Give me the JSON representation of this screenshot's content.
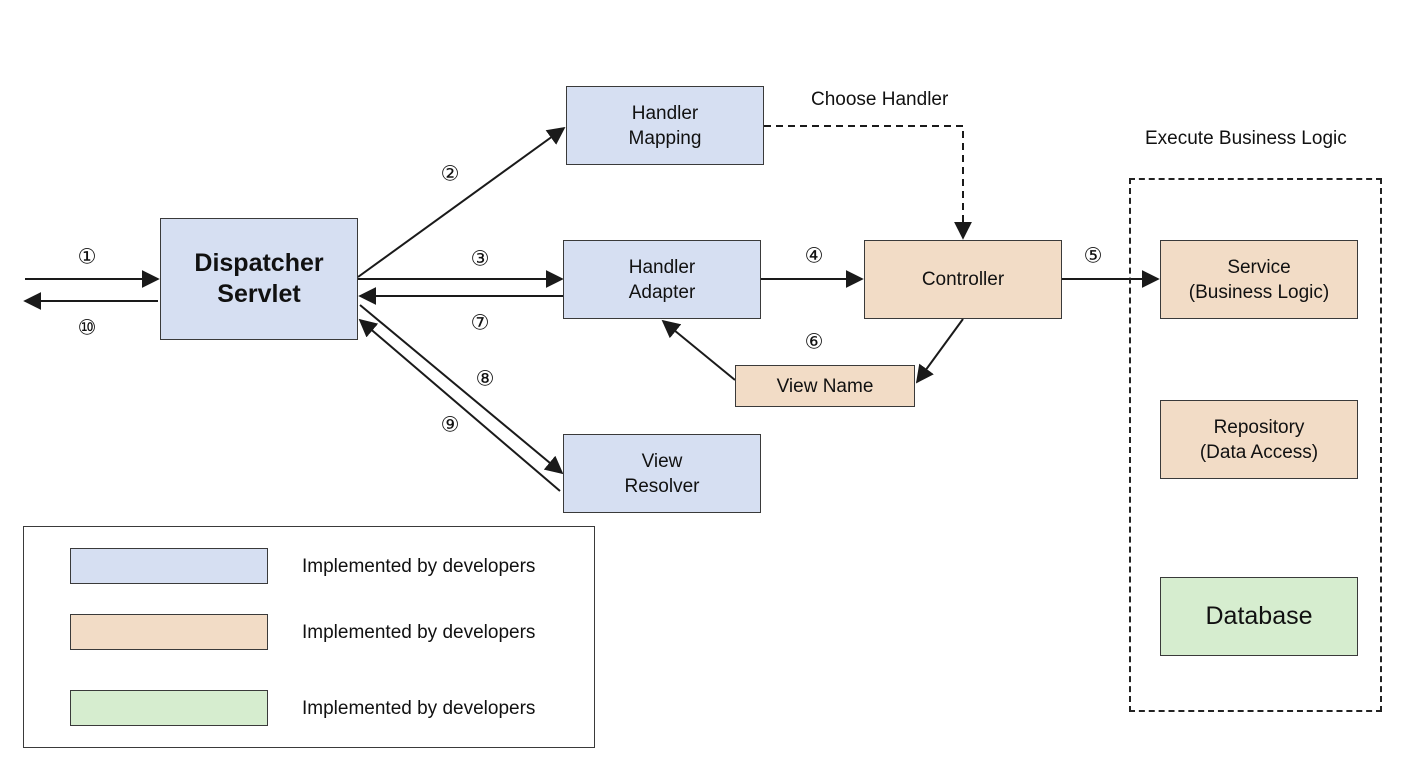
{
  "nodes": {
    "dispatcher": "Dispatcher\nServlet",
    "handler_mapping": "Handler\nMapping",
    "handler_adapter": "Handler\nAdapter",
    "view_resolver": "View\nResolver",
    "controller": "Controller",
    "view_name": "View Name",
    "service": "Service\n(Business Logic)",
    "repository": "Repository\n(Data Access)",
    "database": "Database"
  },
  "labels": {
    "choose_handler": "Choose Handler",
    "execute_business_logic": "Execute Business Logic"
  },
  "steps": [
    "①",
    "②",
    "③",
    "④",
    "⑤",
    "⑥",
    "⑦",
    "⑧",
    "⑨",
    "⑩"
  ],
  "legend": [
    {
      "color": "#d6dff2",
      "text": "Implemented by developers"
    },
    {
      "color": "#f2dcc6",
      "text": "Implemented by developers"
    },
    {
      "color": "#d6edcf",
      "text": "Implemented by developers"
    }
  ],
  "colors": {
    "framework_blue": "#d6dff2",
    "developer_tan": "#f2dcc6",
    "database_green": "#d6edcf",
    "stroke": "#1a1a1a"
  }
}
